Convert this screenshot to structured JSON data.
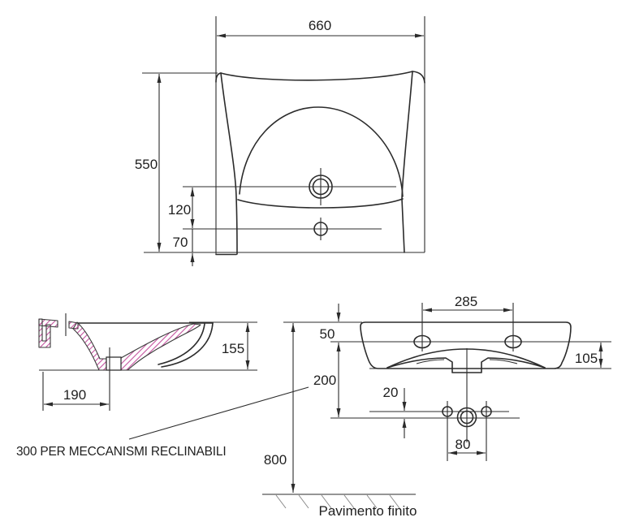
{
  "drawing": {
    "colors": {
      "line": "#2b2b2b",
      "hatch": "#c4539f",
      "text": "#1f1f1f"
    },
    "views": {
      "front": {
        "dims": {
          "overall_width": "660",
          "overall_height": "550",
          "tap_hole_to_lower_hole": "120",
          "lower_hole_to_bottom": "70"
        }
      },
      "section": {
        "dims": {
          "basin_height": "155",
          "front_to_drain": "190"
        }
      },
      "side": {
        "dims": {
          "fixing_hole_spacing": "285",
          "top_to_fixing_holes": "50",
          "fixing_holes_to_bottom": "105",
          "top_to_drain_level": "200",
          "drain_level_offset": "20",
          "drain_fixing_span": "80",
          "top_to_floor": "800"
        }
      }
    },
    "annotations": {
      "reclining_note": "300 PER MECCANISMI RECLINABILI",
      "floor_label": "Pavimento finito"
    }
  }
}
